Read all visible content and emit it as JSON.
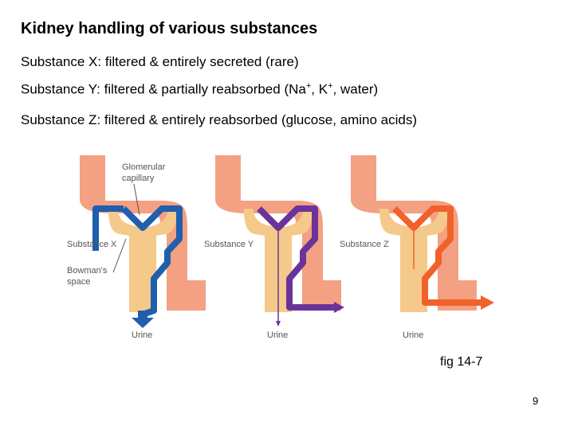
{
  "slide": {
    "title": "Kidney handling of various substances",
    "lines": [
      {
        "text": "Substance X: filtered & entirely secreted (rare)"
      },
      {
        "pre": "Substance Y: filtered & partially reabsorbed (Na",
        "mid": ", K",
        "post": ", water)",
        "sup": "+"
      },
      {
        "text": "Substance Z: filtered & entirely reabsorbed (glucose, amino acids)"
      }
    ],
    "figure_label": "fig 14-7",
    "page_number": "9"
  },
  "diagram": {
    "labels": {
      "glomerular": "Glomerular",
      "capillary": "capillary",
      "bowmans": "Bowman's",
      "space": "space",
      "urine": "Urine"
    },
    "colors": {
      "capillary": "#f4a083",
      "tubule": "#f5c98a",
      "x": "#1f5fae",
      "y": "#6a3399",
      "z": "#f0622a"
    },
    "panels": [
      {
        "id": "x",
        "label": "Substance X",
        "urine": "Urine"
      },
      {
        "id": "y",
        "label": "Substance Y",
        "urine": "Urine"
      },
      {
        "id": "z",
        "label": "Substance Z",
        "urine": "Urine"
      }
    ]
  }
}
